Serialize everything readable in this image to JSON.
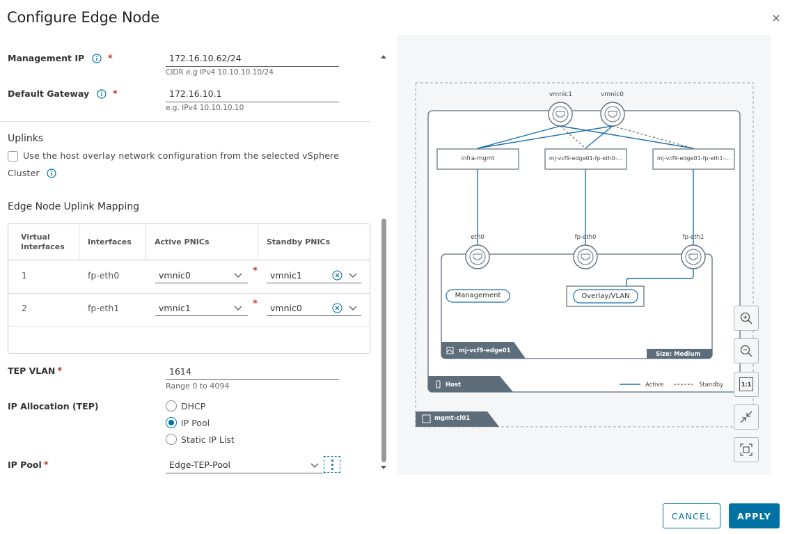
{
  "dialog": {
    "title": "Configure Edge Node"
  },
  "form": {
    "management_ip": {
      "label": "Management IP",
      "value": "172.16.10.62/24",
      "hint": "CIDR e.g IPv4 10.10.10.10/24"
    },
    "default_gateway": {
      "label": "Default Gateway",
      "value": "172.16.10.1",
      "hint": "e.g. IPv4 10.10.10.10"
    },
    "uplinks": {
      "title": "Uplinks",
      "checkbox_label_line1": "Use the host overlay network configuration from the selected vSphere",
      "checkbox_label_line2": "Cluster",
      "checked": false
    },
    "uplink_mapping": {
      "title": "Edge Node Uplink Mapping",
      "headers": [
        "Virtual Interfaces",
        "Interfaces",
        "Active PNICs",
        "Standby PNICs"
      ],
      "rows": [
        {
          "vi": "1",
          "iface": "fp-eth0",
          "active": "vmnic0",
          "standby": "vmnic1"
        },
        {
          "vi": "2",
          "iface": "fp-eth1",
          "active": "vmnic1",
          "standby": "vmnic0"
        }
      ]
    },
    "tep_vlan": {
      "label": "TEP VLAN",
      "value": "1614",
      "hint": "Range 0 to 4094"
    },
    "ip_allocation": {
      "label": "IP Allocation (TEP)",
      "options": [
        "DHCP",
        "IP Pool",
        "Static IP List"
      ],
      "selected": "IP Pool"
    },
    "ip_pool": {
      "label": "IP Pool",
      "value": "Edge-TEP-Pool"
    }
  },
  "diagram": {
    "vmnics": [
      "vmnic1",
      "vmnic0"
    ],
    "port_groups": [
      "infra-mgmt",
      "mj-vcf9-edge01-fp-eth0-...",
      "mj-vcf9-edge01-fp-eth1-..."
    ],
    "edge_interfaces": [
      "eth0",
      "fp-eth0",
      "fp-eth1"
    ],
    "networks": [
      "Management",
      "Overlay/VLAN"
    ],
    "edge_name": "mj-vcf9-edge01",
    "edge_size": "Size: Medium",
    "host_label": "Host",
    "cluster_label": "mgmt-cl01",
    "legend": {
      "active": "Active",
      "standby": "Standby"
    },
    "zoom_reset_label": "1:1",
    "colors": {
      "active": "#1a6ea8",
      "standby": "#666666",
      "dark": "#5d6d7a"
    }
  },
  "footer": {
    "cancel_label": "CANCEL",
    "apply_label": "APPLY"
  },
  "theme": {
    "primary": "#0072a3",
    "required": "#c0392b"
  }
}
